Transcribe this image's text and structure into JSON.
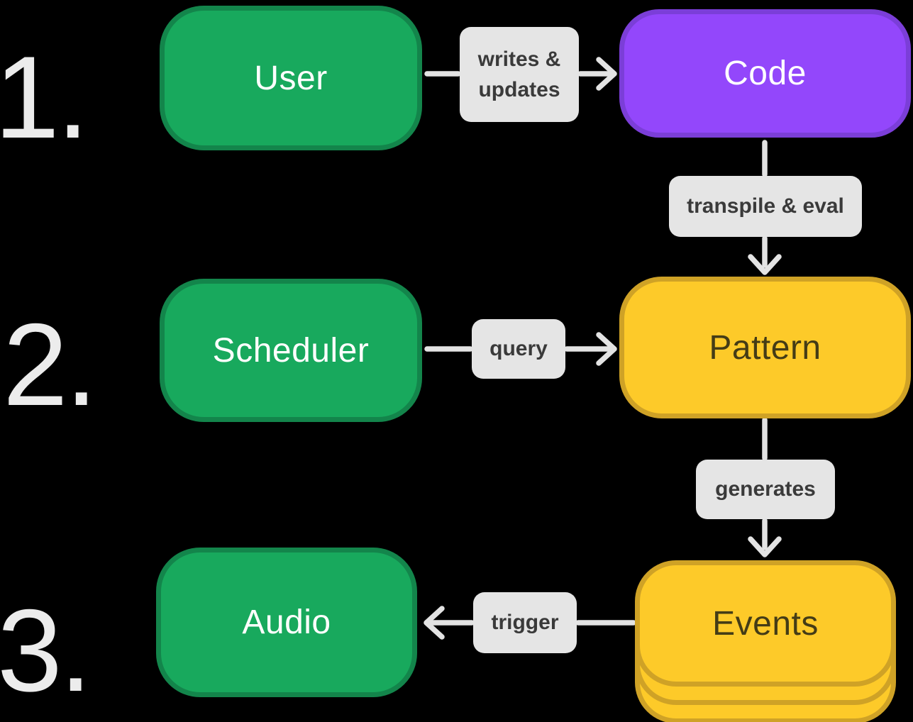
{
  "steps": [
    {
      "label": "1."
    },
    {
      "label": "2."
    },
    {
      "label": "3."
    }
  ],
  "nodes": {
    "user": {
      "label": "User",
      "color": "#18a95d"
    },
    "code": {
      "label": "Code",
      "color": "#9347fb"
    },
    "scheduler": {
      "label": "Scheduler",
      "color": "#18a95d"
    },
    "pattern": {
      "label": "Pattern",
      "color": "#fdca29"
    },
    "audio": {
      "label": "Audio",
      "color": "#18a95d"
    },
    "events": {
      "label": "Events",
      "color": "#fdca29",
      "stacked_cards": 3
    }
  },
  "edges": {
    "user_to_code": {
      "label": "writes & updates",
      "line1": "writes &",
      "line2": "updates",
      "from": "user",
      "to": "code",
      "direction": "right"
    },
    "code_to_pattern": {
      "label": "transpile & eval",
      "from": "code",
      "to": "pattern",
      "direction": "down"
    },
    "scheduler_to_pattern": {
      "label": "query",
      "from": "scheduler",
      "to": "pattern",
      "direction": "right"
    },
    "pattern_to_events": {
      "label": "generates",
      "from": "pattern",
      "to": "events",
      "direction": "down"
    },
    "events_to_audio": {
      "label": "trigger",
      "from": "events",
      "to": "audio",
      "direction": "left"
    }
  },
  "colors": {
    "background": "#000000",
    "green_fill": "#18a95d",
    "green_border": "#13854b",
    "purple_fill": "#9347fb",
    "purple_border": "#7b3ed8",
    "yellow_fill": "#fdca29",
    "yellow_border": "#cfa226",
    "label_bg": "#e5e5e5",
    "label_text": "#3a3a3a",
    "arrow": "#e3e3e3",
    "step_number": "#ececec",
    "node_text_light": "#ffffff",
    "node_text_dark": "#443c16"
  }
}
